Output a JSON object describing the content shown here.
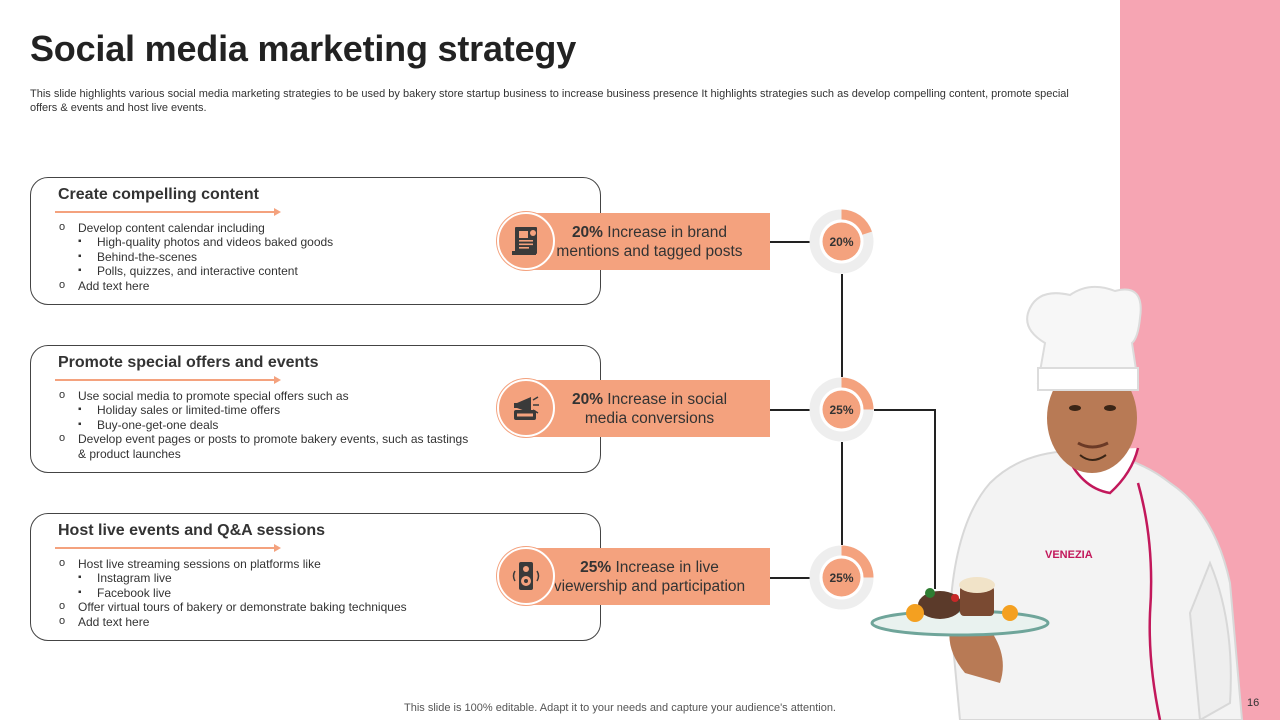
{
  "title": "Social media marketing strategy",
  "subtitle": "This slide highlights various social media marketing strategies to be used by bakery store startup business to increase business presence It highlights strategies such as develop compelling content, promote special offers & events and host live events.",
  "cards": [
    {
      "title": "Create compelling content",
      "bullets": [
        {
          "level": 1,
          "text": "Develop content calendar including"
        },
        {
          "level": 2,
          "text": "High-quality photos and videos baked goods"
        },
        {
          "level": 2,
          "text": "Behind-the-scenes"
        },
        {
          "level": 2,
          "text": "Polls, quizzes, and interactive content"
        },
        {
          "level": 1,
          "text": "Add text here"
        }
      ]
    },
    {
      "title": "Promote special offers and events",
      "bullets": [
        {
          "level": 1,
          "text": "Use social media to promote special offers such as"
        },
        {
          "level": 2,
          "text": "Holiday sales or limited-time offers"
        },
        {
          "level": 2,
          "text": "Buy-one-get-one deals"
        },
        {
          "level": 1,
          "text": "Develop event pages or posts to promote bakery events, such as tastings & product launches"
        }
      ]
    },
    {
      "title": "Host live events and Q&A sessions",
      "bullets": [
        {
          "level": 1,
          "text": "Host live streaming sessions on platforms like"
        },
        {
          "level": 2,
          "text": "Instagram live"
        },
        {
          "level": 2,
          "text": "Facebook live"
        },
        {
          "level": 1,
          "text": "Offer virtual tours of bakery or demonstrate baking techniques"
        },
        {
          "level": 1,
          "text": "Add text here"
        }
      ]
    }
  ],
  "banners": [
    {
      "pct": "20%",
      "text": " Increase  in brand mentions and tagged posts",
      "icon": "newspaper-icon"
    },
    {
      "pct": "20%",
      "text": " Increase  in social media conversions",
      "icon": "megaphone-discount-icon"
    },
    {
      "pct": "25%",
      "text": " Increase  in live viewership and participation",
      "icon": "speaker-icon"
    }
  ],
  "donuts": [
    {
      "label": "20%",
      "value": 0.2
    },
    {
      "label": "25%",
      "value": 0.25
    },
    {
      "label": "25%",
      "value": 0.25
    }
  ],
  "colors": {
    "accent": "#f4a27e",
    "pink": "#f6a5b3",
    "track": "#eeeeee"
  },
  "footer": "This slide is 100% editable. Adapt it to your needs and capture your audience's attention.",
  "page_number": "16"
}
